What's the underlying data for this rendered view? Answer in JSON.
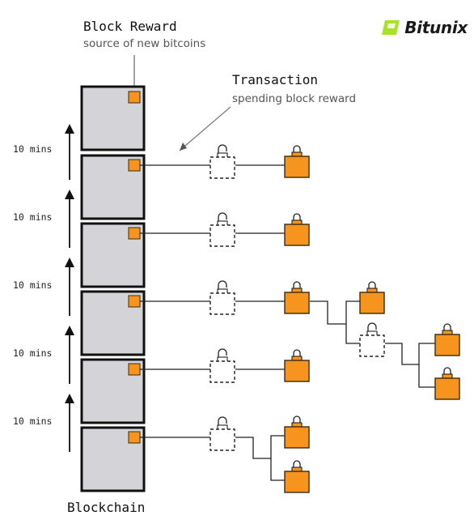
{
  "brand": {
    "name": "Bitunix",
    "accent": "#a6e22e"
  },
  "colors": {
    "block_fill": "#d4d4d8",
    "block_border": "#111111",
    "output_fill": "#f7941d",
    "output_border": "#3a2a10",
    "line": "#222222",
    "pointer": "#666666"
  },
  "labels": {
    "block_reward_title": "Block Reward",
    "block_reward_sub": "source of new bitcoins",
    "transaction_title": "Transaction",
    "transaction_sub": "spending block reward",
    "blockchain": "Blockchain",
    "interval": "10 mins"
  },
  "intervals": [
    "10 mins",
    "10 mins",
    "10 mins",
    "10 mins",
    "10 mins"
  ],
  "blocks": [
    {
      "id": "block-1"
    },
    {
      "id": "block-2"
    },
    {
      "id": "block-3"
    },
    {
      "id": "block-4"
    },
    {
      "id": "block-5"
    },
    {
      "id": "block-6"
    }
  ],
  "outputs": [
    {
      "id": "unspent-1",
      "state": "unspent"
    },
    {
      "id": "spent-2",
      "state": "spent"
    },
    {
      "id": "unspent-2",
      "state": "unspent"
    },
    {
      "id": "spent-3",
      "state": "spent"
    },
    {
      "id": "unspent-3",
      "state": "unspent"
    },
    {
      "id": "spent-4",
      "state": "spent"
    },
    {
      "id": "spent-4b",
      "state": "spent"
    },
    {
      "id": "unspent-4a",
      "state": "unspent"
    },
    {
      "id": "unspent-4c",
      "state": "unspent"
    },
    {
      "id": "unspent-4d",
      "state": "unspent"
    },
    {
      "id": "spent-5",
      "state": "spent"
    },
    {
      "id": "unspent-5",
      "state": "unspent"
    },
    {
      "id": "spent-6",
      "state": "spent"
    },
    {
      "id": "unspent-6a",
      "state": "unspent"
    },
    {
      "id": "unspent-6b",
      "state": "unspent"
    }
  ]
}
